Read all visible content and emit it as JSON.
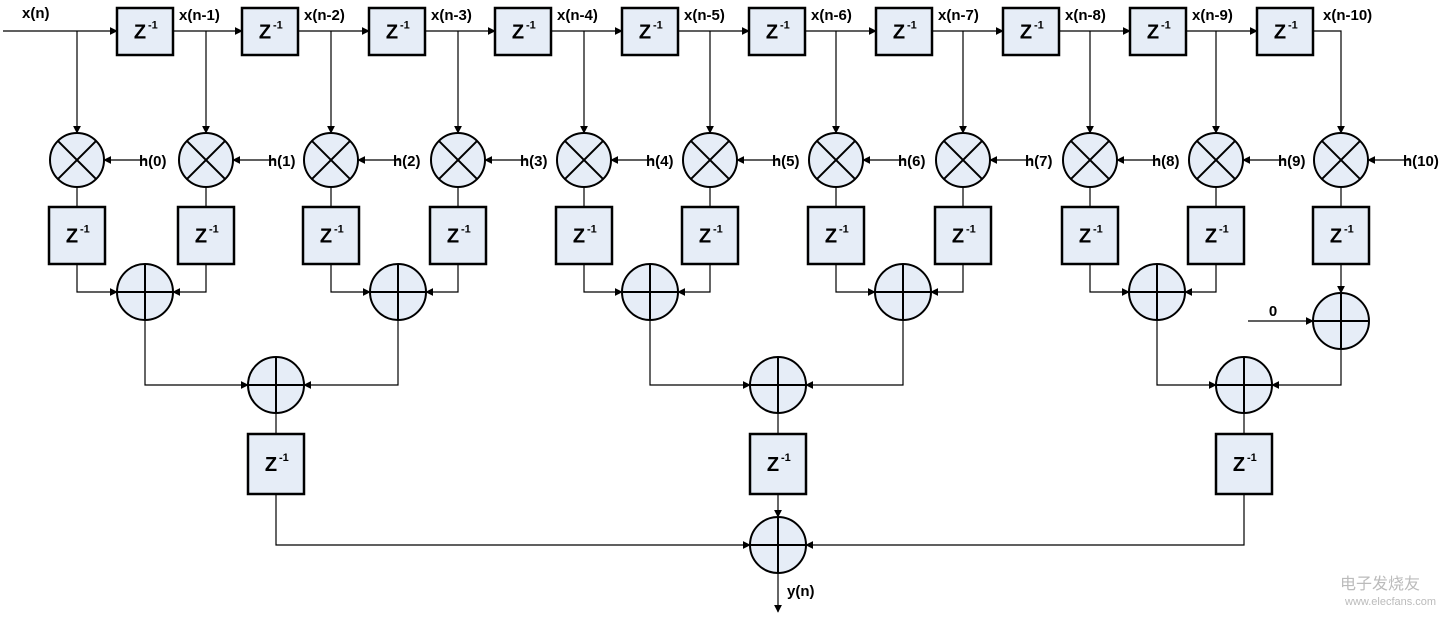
{
  "input_label": "x(n)",
  "output_label": "y(n)",
  "delay_top": "Z",
  "delay_sup": "-1",
  "zero_input": "0",
  "tap_labels": [
    "x(n-1)",
    "x(n-2)",
    "x(n-3)",
    "x(n-4)",
    "x(n-5)",
    "x(n-6)",
    "x(n-7)",
    "x(n-8)",
    "x(n-9)",
    "x(n-10)"
  ],
  "coefficients": [
    "h(0)",
    "h(1)",
    "h(2)",
    "h(3)",
    "h(4)",
    "h(5)",
    "h(6)",
    "h(7)",
    "h(8)",
    "h(9)",
    "h(10)"
  ],
  "watermark": {
    "text": "电子发烧友",
    "url": "www.elecfans.com"
  }
}
